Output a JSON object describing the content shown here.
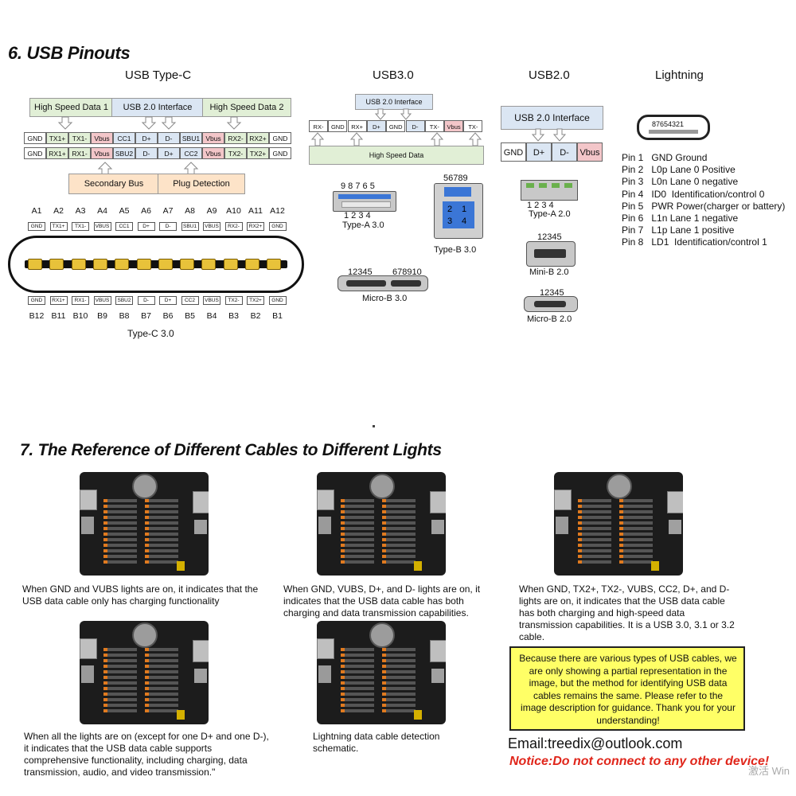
{
  "section6": {
    "title": "6. USB Pinouts",
    "typec": {
      "title": "USB Type-C",
      "groups": [
        "High Speed Data 1",
        "USB 2.0 Interface",
        "High Speed Data 2"
      ],
      "row1": [
        "GND",
        "TX1+",
        "TX1-",
        "Vbus",
        "CC1",
        "D+",
        "D-",
        "SBU1",
        "Vbus",
        "RX2-",
        "RX2+",
        "GND"
      ],
      "row2": [
        "GND",
        "RX1+",
        "RX1-",
        "Vbus",
        "SBU2",
        "D-",
        "D+",
        "CC2",
        "Vbus",
        "TX2-",
        "TX2+",
        "GND"
      ],
      "bottom_groups": [
        "Secondary Bus",
        "Plug Detection"
      ],
      "a_labels": [
        "A1",
        "A2",
        "A3",
        "A4",
        "A5",
        "A6",
        "A7",
        "A8",
        "A9",
        "A10",
        "A11",
        "A12"
      ],
      "a_tags": [
        "GND",
        "TX1+",
        "TX1-",
        "VBUS",
        "CC1",
        "D+",
        "D-",
        "SBU1",
        "VBUS",
        "RX2-",
        "RX2+",
        "GND"
      ],
      "b_tags": [
        "GND",
        "RX1+",
        "RX1-",
        "VBUS",
        "SBU2",
        "D-",
        "D+",
        "CC2",
        "VBUS",
        "TX2-",
        "TX2+",
        "GND"
      ],
      "b_labels": [
        "B12",
        "B11",
        "B10",
        "B9",
        "B8",
        "B7",
        "B6",
        "B5",
        "B4",
        "B3",
        "B2",
        "B1"
      ],
      "caption": "Type-C 3.0"
    },
    "usb3": {
      "title": "USB3.0",
      "iface": "USB 2.0 Interface",
      "pins": [
        "RX-",
        "GND",
        "RX+",
        "D+",
        "GND",
        "D-",
        "TX-",
        "Vbus",
        "TX-"
      ],
      "hs": "High Speed Data",
      "typeA_top": "9 8 7 6 5",
      "typeA_bottom": "1  2  3  4",
      "typeA_label": "Type-A 3.0",
      "typeB_top": "56789",
      "typeB_label": "Type-B 3.0",
      "typeB_n1": "2",
      "typeB_n2": "1",
      "typeB_n3": "3",
      "typeB_n4": "4",
      "microB_left": "12345",
      "microB_right": "678910",
      "microB_label": "Micro-B 3.0"
    },
    "usb2": {
      "title": "USB2.0",
      "iface": "USB 2.0 Interface",
      "pins": [
        "GND",
        "D+",
        "D-",
        "Vbus"
      ],
      "typeA_bottom": "1  2  3  4",
      "typeA_label": "Type-A 2.0",
      "miniB_top": "12345",
      "miniB_label": "Mini-B 2.0",
      "microB_top": "12345",
      "microB_label": "Micro-B 2.0"
    },
    "lightning": {
      "title": "Lightning",
      "connector_text": "87654321",
      "pins": [
        "Pin 1   GND Ground",
        "Pin 2   L0p Lane 0 Positive",
        "Pin 3   L0n Lane 0 negative",
        "Pin 4   ID0  Identification/control 0",
        "Pin 5   PWR Power(charger or battery)",
        "Pin 6   L1n Lane 1 negative",
        "Pin 7   L1p Lane 1 positive",
        "Pin 8   LD1  Identification/control 1"
      ]
    }
  },
  "section7": {
    "title": "7. The Reference of Different Cables to Different Lights",
    "captions": [
      "When GND and VUBS lights are on, it indicates that the USB data cable only has charging functionality",
      "When GND, VUBS, D+, and D- lights are on, it indicates that the USB data cable has both charging and data transmission capabilities.",
      "When GND, TX2+, TX2-, VUBS, CC2, D+, and D- lights  are on, it indicates that the USB data cable has both charging and high-speed data transmission capabilities. It is a USB 3.0, 3.1 or 3.2 cable.",
      "When all the lights are on (except for one D+ and one D-), it indicates that the USB data cable supports comprehensive functionality, including charging, data transmission, audio, and video transmission.\"",
      "Lightning data cable detection schematic."
    ],
    "notice_box": "Because there are various types of USB cables, we are only showing a partial representation in the image, but the method for identifying USB data cables remains the same. Please refer to the image description for guidance. Thank you for your understanding!",
    "email": "Email:treedix@outlook.com",
    "notice": "Notice:Do not connect to any other device!",
    "watermark": "激活 Win"
  },
  "colors": {
    "light_blue": "#dbe6f3",
    "pink": "#f3c6c9",
    "green": "#e1efd6",
    "peach": "#fde3c8",
    "notice_yellow": "#ffff66",
    "notice_red": "#e0261b"
  }
}
